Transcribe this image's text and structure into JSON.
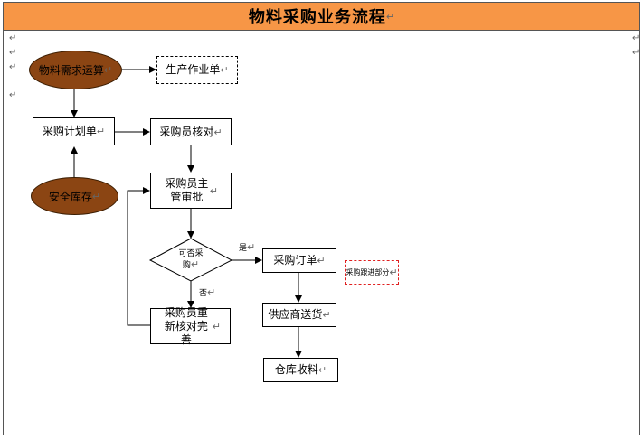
{
  "title": "物料采购业务流程",
  "para_mark": "↵",
  "nodes": {
    "mrp": "物料需求运算",
    "work_order": "生产作业单",
    "purchase_plan": "采购计划单",
    "buyer_check": "采购员核对",
    "safety_stock": "安全库存",
    "supervisor_approve": "采购员主管审批",
    "decision": "可否采购",
    "purchase_order": "采购订单",
    "tracking_note": "采购跟进部分",
    "supplier_delivery": "供应商送货",
    "warehouse_receive": "仓库收料",
    "buyer_recheck": "采购员重新核对完善"
  },
  "edge_labels": {
    "yes": "是",
    "no": "否"
  },
  "colors": {
    "header": "#f79646",
    "ellipse": "#8b4513",
    "note_border": "#e02020"
  }
}
